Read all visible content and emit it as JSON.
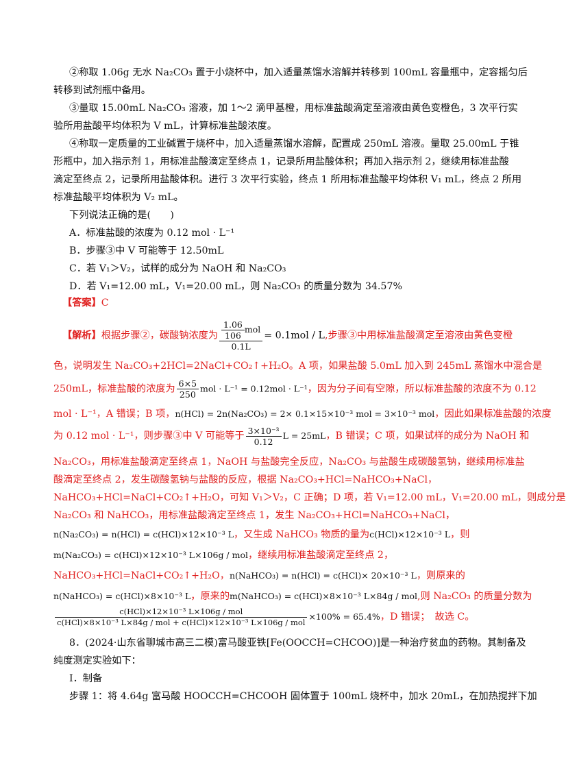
{
  "step2_l1": "②称取 1.06g 无水 Na₂CO₃ 置于小烧杯中，加入适量蒸馏水溶解并转移到 100mL 容量瓶中，定容摇匀后",
  "step2_l2": "转移到试剂瓶中备用。",
  "step3_l1": "③量取 15.00mL Na₂CO₃ 溶液，加 1～2 滴甲基橙，用标准盐酸滴定至溶液由黄色变橙色，3 次平行实",
  "step3_l2": "验所用盐酸平均体积为 V mL，计算标准盐酸浓度。",
  "step4_l1": "④称取一定质量的工业碱置于烧杯中，加入适量蒸馏水溶解，配置成 250mL 溶液。量取 25.00mL 于锥",
  "step4_l2": "形瓶中，加入指示剂 1，用标准盐酸滴定至终点 1，记录所用盐酸体积；再加入指示剂 2，继续用标准盐酸",
  "step4_l3": "滴定至终点 2，记录所用盐酸体积。进行 3 次平行实验，终点 1 所用标准盐酸平均体积 V₁ mL，终点 2 所用",
  "step4_l4": "标准盐酸平均体积为 V₂ mL。",
  "question": "下列说法正确的是(　　)",
  "optA": "A．标准盐酸的浓度为 0.12 mol · L⁻¹",
  "optB": "B．步骤③中 V 可能等于 12.50mL",
  "optC": "C．若 V₁＞V₂，试样的成分为 NaOH 和 Na₂CO₃",
  "optD": "D．若 V₁=12.00 mL，V₁=20.00 mL，则 Na₂CO₃ 的质量分数为 34.57%",
  "answer_tag": "【答案】",
  "answer": "C",
  "analysis_tag": "【解析】",
  "a1_pre": "根据步骤②，碳酸钠浓度为",
  "a1_frac_num_top": "1.06",
  "a1_frac_num_unit": "mol",
  "a1_frac_num_bot": "106",
  "a1_frac_den": "0.1L",
  "a1_eq": "= 0.1mol / L",
  "a1_post": ",步骤③中用标准盐酸滴定至溶液由黄色变橙",
  "a2": "色，说明发生 Na₂CO₃+2HCl=2NaCl+CO₂↑+H₂O。A 项，如果盐酸 5.0mL 加入到 245mL 蒸馏水中混合是",
  "a3_pre": "250mL，标准盐酸的浓度为",
  "a3_frac_num": "6×5",
  "a3_frac_den": "250",
  "a3_eq": "mol · L⁻¹ = 0.12mol · L⁻¹",
  "a3_post": "，因为分子间有空隙，所以标准盐酸的浓度不为 0.12",
  "a4_pre": "mol · L⁻¹，A 错误；B 项，",
  "a4_math": "n(HCl) = 2n(Na₂CO₃) = 2× 0.1×15×10⁻³ mol = 3×10⁻³ mol",
  "a4_post": "，因此如果标准盐酸的浓度",
  "a5_pre": "为 0.12  mol · L⁻¹，则步骤③中 V 可能等于",
  "a5_frac_num": "3×10⁻³",
  "a5_frac_den": "0.12",
  "a5_eq": "L = 25mL",
  "a5_post": "，B 错误；C 项，如果试样的成分为 NaOH 和",
  "a6": "Na₂CO₃，用标准盐酸滴定至终点 1，NaOH 与盐酸完全反应，Na₂CO₃ 与盐酸生成碳酸氢钠，继续用标准盐",
  "a7": "酸滴定至终点 2，发生碳酸氢钠与盐酸的反应，根据 Na₂CO₃+HCl=NaHCO₃+NaCl，",
  "a8": "NaHCO₃+HCl=NaCl+CO₂↑+H₂O，可知 V₁＞V₂，C 正确；D 项，若 V₁=12.00 mL，V₁=20.00 mL，则成分是",
  "a9": "Na₂CO₃ 和 NaHCO₃，用标准盐酸滴定至终点 1，发生 Na₂CO₃+HCl=NaHCO₃+NaCl，",
  "a10_math": "n(Na₂CO₃) = n(HCl) = c(HCl)×12×10⁻³ L",
  "a10_mid": "，又生成 NaHCO₃ 物质的量为",
  "a10_math2": "c(HCl)×12×10⁻³ L",
  "a10_post": "，则",
  "a11_math": "m(Na₂CO₃) = c(HCl)×12×10⁻³ L×106g / mol",
  "a11_post": "，继续用标准盐酸滴定至终点 2，",
  "a12_pre": "NaHCO₃+HCl=NaCl+CO₂↑+H₂O，",
  "a12_math": "n(NaHCO₃) = n(HCl) = c(HCl)× 20×10⁻³ L",
  "a12_post": "，则原来的",
  "a13_math": "n(NaHCO₃) = c(HCl)×8×10⁻³ L",
  "a13_mid": "，原来的",
  "a13_math2": "m(NaHCO₃) = c(HCl)×8×10⁻³ L×84g / mol",
  "a13_post": ",则 Na₂CO₃ 的质量分数为",
  "a14_num": "c(HCl)×12×10⁻³ L×106g / mol",
  "a14_den": "c(HCl)×8×10⁻³ L×84g / mol + c(HCl)×12×10⁻³ L×106g / mol",
  "a14_eq": "×100% = 65.4%",
  "a14_post": "，D 错误；　故选 C。",
  "q8_l1": "8．(2024·山东省聊城市高三二模)富马酸亚铁[Fe(OOCCH=CHCOO)]是一种治疗贫血的药物。其制备及",
  "q8_l2": "纯度测定实验如下：",
  "q8_sec": "I．制备",
  "q8_step1": "步骤 1：将 4.64g 富马酸 HOOCCH=CHCOOH 固体置于 100mL 烧杯中，加水 20mL，在加热搅拌下加"
}
